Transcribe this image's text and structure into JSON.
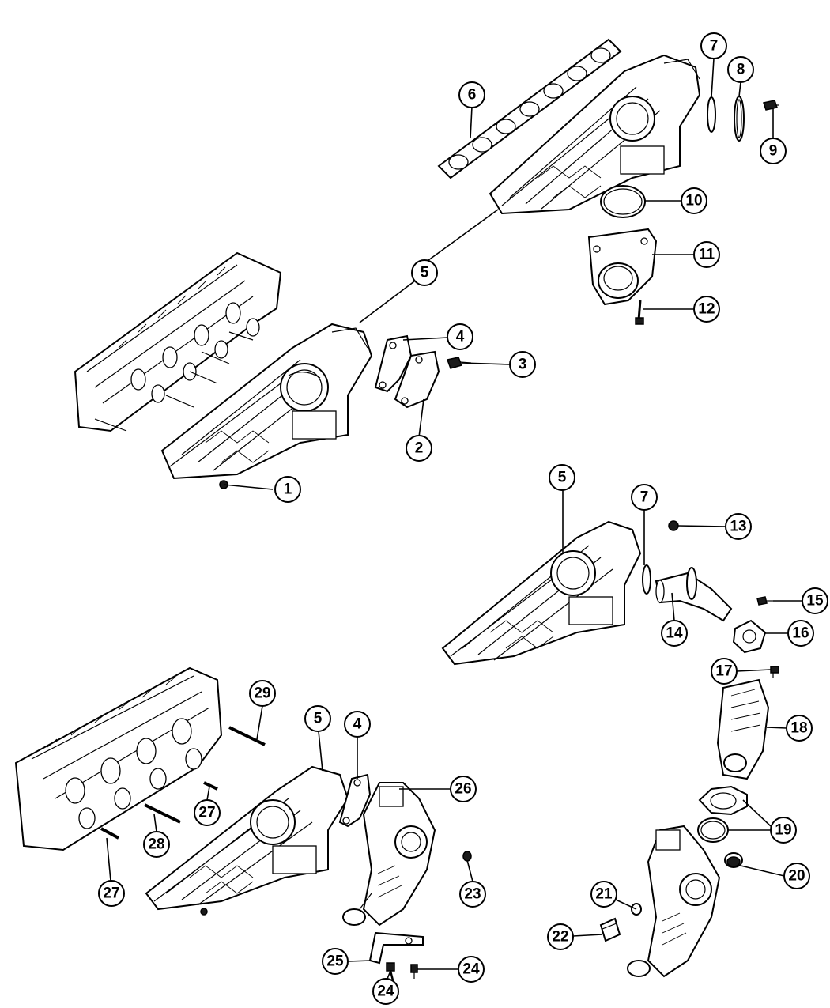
{
  "diagram": {
    "callouts": [
      "1",
      "2",
      "3",
      "4",
      "5",
      "6",
      "7",
      "8",
      "9",
      "10",
      "11",
      "12",
      "4",
      "5",
      "7",
      "13",
      "14",
      "15",
      "16",
      "17",
      "18",
      "19",
      "20",
      "21",
      "22",
      "23",
      "24",
      "24",
      "25",
      "26",
      "27",
      "27",
      "28",
      "29",
      "5"
    ]
  }
}
